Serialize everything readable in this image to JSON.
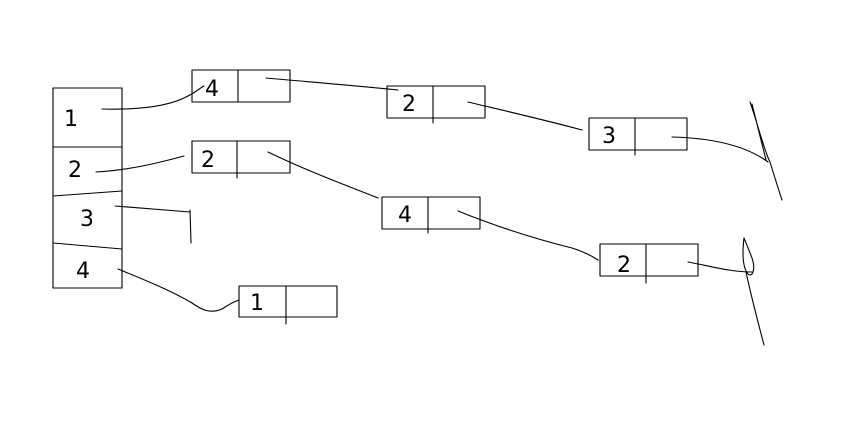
{
  "diagram": {
    "ink_color": "#000000",
    "background_color": "#ffffff",
    "array_cells": [
      "1",
      "2",
      "3",
      "4"
    ],
    "nodes": [
      {
        "id": "n-row1-1",
        "label": "4"
      },
      {
        "id": "n-row1-2",
        "label": "2"
      },
      {
        "id": "n-row1-3",
        "label": "3"
      },
      {
        "id": "n-row2-1",
        "label": "2"
      },
      {
        "id": "n-row2-2",
        "label": "4"
      },
      {
        "id": "n-row2-3",
        "label": "2"
      },
      {
        "id": "n-row4-1",
        "label": "1"
      }
    ],
    "links": [
      {
        "from": "array-cell-1",
        "to": "n-row1-1"
      },
      {
        "from": "n-row1-1",
        "to": "n-row1-2"
      },
      {
        "from": "n-row1-2",
        "to": "n-row1-3"
      },
      {
        "from": "n-row1-3",
        "to": "null-terminator-1"
      },
      {
        "from": "array-cell-2",
        "to": "n-row2-1"
      },
      {
        "from": "n-row2-1",
        "to": "n-row2-2"
      },
      {
        "from": "n-row2-2",
        "to": "n-row2-3"
      },
      {
        "from": "n-row2-3",
        "to": "null-terminator-2"
      },
      {
        "from": "array-cell-3",
        "to": "null-terminator-3"
      },
      {
        "from": "array-cell-4",
        "to": "n-row4-1"
      }
    ]
  }
}
